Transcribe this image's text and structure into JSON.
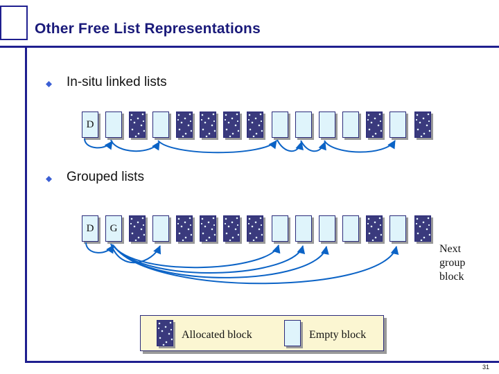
{
  "slide": {
    "title": "Other Free List Representations",
    "page_number": "31",
    "sections": [
      {
        "bullet": "diamond-bullet",
        "label": "In-situ linked lists"
      },
      {
        "bullet": "diamond-bullet",
        "label": "Grouped lists"
      }
    ],
    "side_note": "Next group block",
    "legend": {
      "allocated_label": "Allocated block",
      "empty_label": "Empty block"
    },
    "row1": {
      "name": "in-situ-linked-list-row",
      "blocks": [
        {
          "type": "empty",
          "label": "D"
        },
        {
          "type": "empty",
          "label": ""
        },
        {
          "type": "alloc",
          "label": ""
        },
        {
          "type": "empty",
          "label": ""
        },
        {
          "type": "alloc",
          "label": ""
        },
        {
          "type": "alloc",
          "label": ""
        },
        {
          "type": "alloc",
          "label": ""
        },
        {
          "type": "alloc",
          "label": ""
        },
        {
          "type": "empty",
          "label": ""
        },
        {
          "type": "empty",
          "label": ""
        },
        {
          "type": "empty",
          "label": ""
        },
        {
          "type": "empty",
          "label": ""
        },
        {
          "type": "alloc",
          "label": ""
        },
        {
          "type": "empty",
          "label": ""
        },
        {
          "type": "alloc",
          "label": ""
        }
      ]
    },
    "row2": {
      "name": "grouped-list-row",
      "blocks": [
        {
          "type": "empty",
          "label": "D"
        },
        {
          "type": "empty",
          "label": "G"
        },
        {
          "type": "alloc",
          "label": ""
        },
        {
          "type": "empty",
          "label": ""
        },
        {
          "type": "alloc",
          "label": ""
        },
        {
          "type": "alloc",
          "label": ""
        },
        {
          "type": "alloc",
          "label": ""
        },
        {
          "type": "alloc",
          "label": ""
        },
        {
          "type": "empty",
          "label": ""
        },
        {
          "type": "empty",
          "label": ""
        },
        {
          "type": "empty",
          "label": ""
        },
        {
          "type": "empty",
          "label": ""
        },
        {
          "type": "alloc",
          "label": ""
        },
        {
          "type": "empty",
          "label": ""
        },
        {
          "type": "alloc",
          "label": ""
        }
      ]
    },
    "colors": {
      "frame": "#1f1f8f",
      "title": "#1a1a7a",
      "bullet": "#3b5fd4",
      "arrow": "#0b63c6",
      "empty_block": "#dff4fb",
      "allocated_block": "#3a3a7d",
      "legend_bg": "#fbf6d2"
    }
  }
}
